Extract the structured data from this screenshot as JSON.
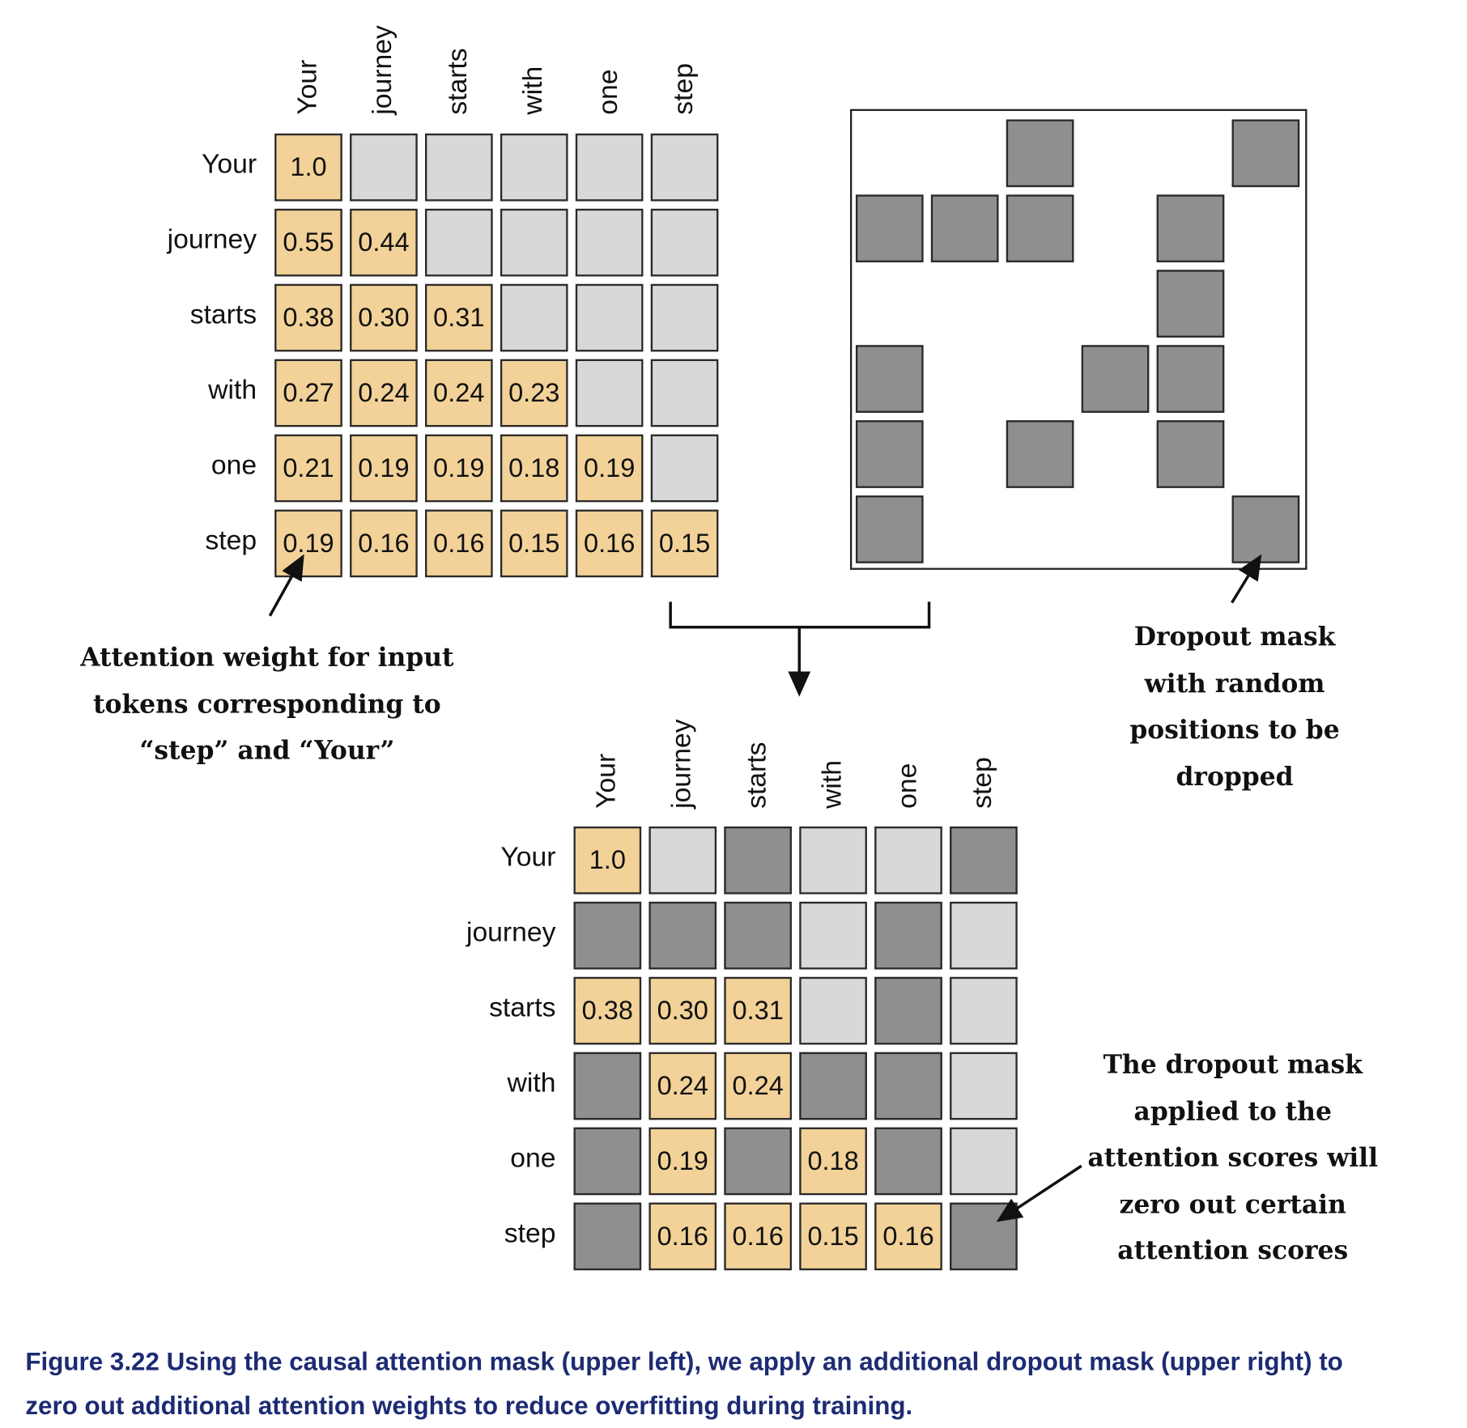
{
  "tokens": [
    "Your",
    "journey",
    "starts",
    "with",
    "one",
    "step"
  ],
  "causal_matrix": [
    [
      "1.0",
      null,
      null,
      null,
      null,
      null
    ],
    [
      "0.55",
      "0.44",
      null,
      null,
      null,
      null
    ],
    [
      "0.38",
      "0.30",
      "0.31",
      null,
      null,
      null
    ],
    [
      "0.27",
      "0.24",
      "0.24",
      "0.23",
      null,
      null
    ],
    [
      "0.21",
      "0.19",
      "0.19",
      "0.18",
      "0.19",
      null
    ],
    [
      "0.19",
      "0.16",
      "0.16",
      "0.15",
      "0.16",
      "0.15"
    ]
  ],
  "dropout_mask": [
    [
      0,
      0,
      1,
      0,
      0,
      1
    ],
    [
      1,
      1,
      1,
      0,
      1,
      0
    ],
    [
      0,
      0,
      0,
      0,
      1,
      0
    ],
    [
      1,
      0,
      0,
      1,
      1,
      0
    ],
    [
      1,
      0,
      1,
      0,
      1,
      0
    ],
    [
      1,
      0,
      0,
      0,
      0,
      1
    ]
  ],
  "annotations": {
    "attention_weight": [
      "Attention weight for input",
      "tokens corresponding to",
      "“step” and “Your”"
    ],
    "dropout_mask": [
      "Dropout mask",
      "with random",
      "positions to be",
      "dropped"
    ],
    "applied": [
      "The dropout mask",
      "applied to the",
      "attention scores will",
      "zero out certain",
      "attention scores"
    ]
  },
  "caption": {
    "line1": "Figure 3.22 Using the causal attention mask (upper left), we apply an additional dropout mask (upper right) to",
    "line2": "zero out additional attention weights to reduce overfitting during training."
  },
  "colors": {
    "weight": "#f2d298",
    "masked": "#d8d8d8",
    "dropped": "#8f8f8f",
    "caption": "#1d2b73"
  }
}
